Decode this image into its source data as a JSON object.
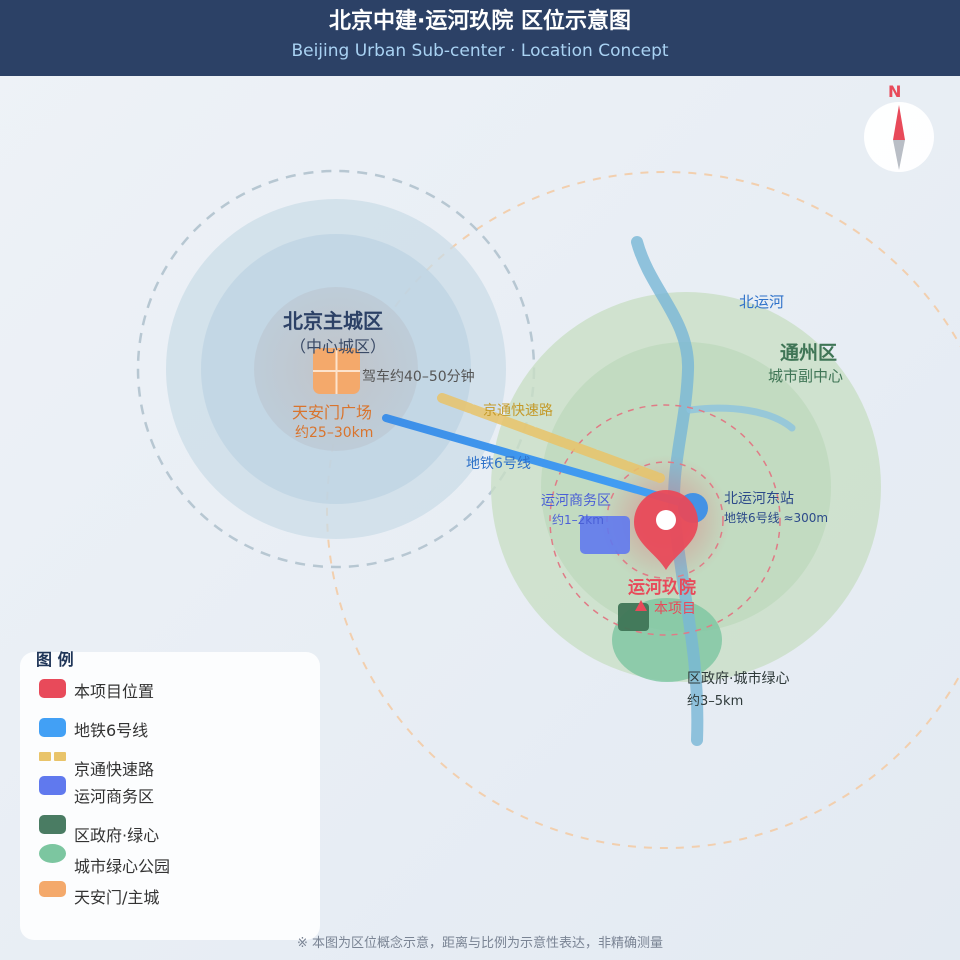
{
  "header": {
    "title": "北京中建·运河玖院 区位示意图",
    "subtitle": "Beijing Urban Sub-center · Location Concept"
  },
  "compass": {
    "label": "N"
  },
  "map": {
    "main_city": {
      "name": "北京主城区",
      "sub": "（中心城区）",
      "drive": "驾车约40–50分钟"
    },
    "tiananmen": {
      "name": "天安门广场",
      "distance": "约25–30km"
    },
    "expressway": {
      "name": "京通快速路"
    },
    "metro": {
      "name": "地铁6号线"
    },
    "river": {
      "name": "北运河"
    },
    "tongzhou": {
      "name": "通州区",
      "sub": "城市副中心"
    },
    "station": {
      "name": "北运河东站",
      "detail": "地铁6号线 ≈300m"
    },
    "business": {
      "name": "运河商务区",
      "distance": "约1–2km"
    },
    "project": {
      "name": "运河玖院",
      "tag": "本项目"
    },
    "government": {
      "name": "区政府·城市绿心",
      "distance": "约3–5km"
    }
  },
  "legend": {
    "title": "图 例",
    "items": [
      {
        "label": "本项目位置",
        "color": "#e84a5a"
      },
      {
        "label": "地铁6号线",
        "color": "#42a0f5"
      },
      {
        "label": "京通快速路",
        "color": "#e9c46a"
      },
      {
        "label": "运河商务区",
        "color": "#6079ee"
      },
      {
        "label": "区政府·绿心",
        "color": "#4a7c63"
      },
      {
        "label": "城市绿心公园",
        "color": "#7cc6a0"
      },
      {
        "label": "天安门/主城",
        "color": "#f4a96b"
      }
    ]
  },
  "note": "※ 本图为区位概念示意，距离与比例为示意性表达，非精确测量"
}
